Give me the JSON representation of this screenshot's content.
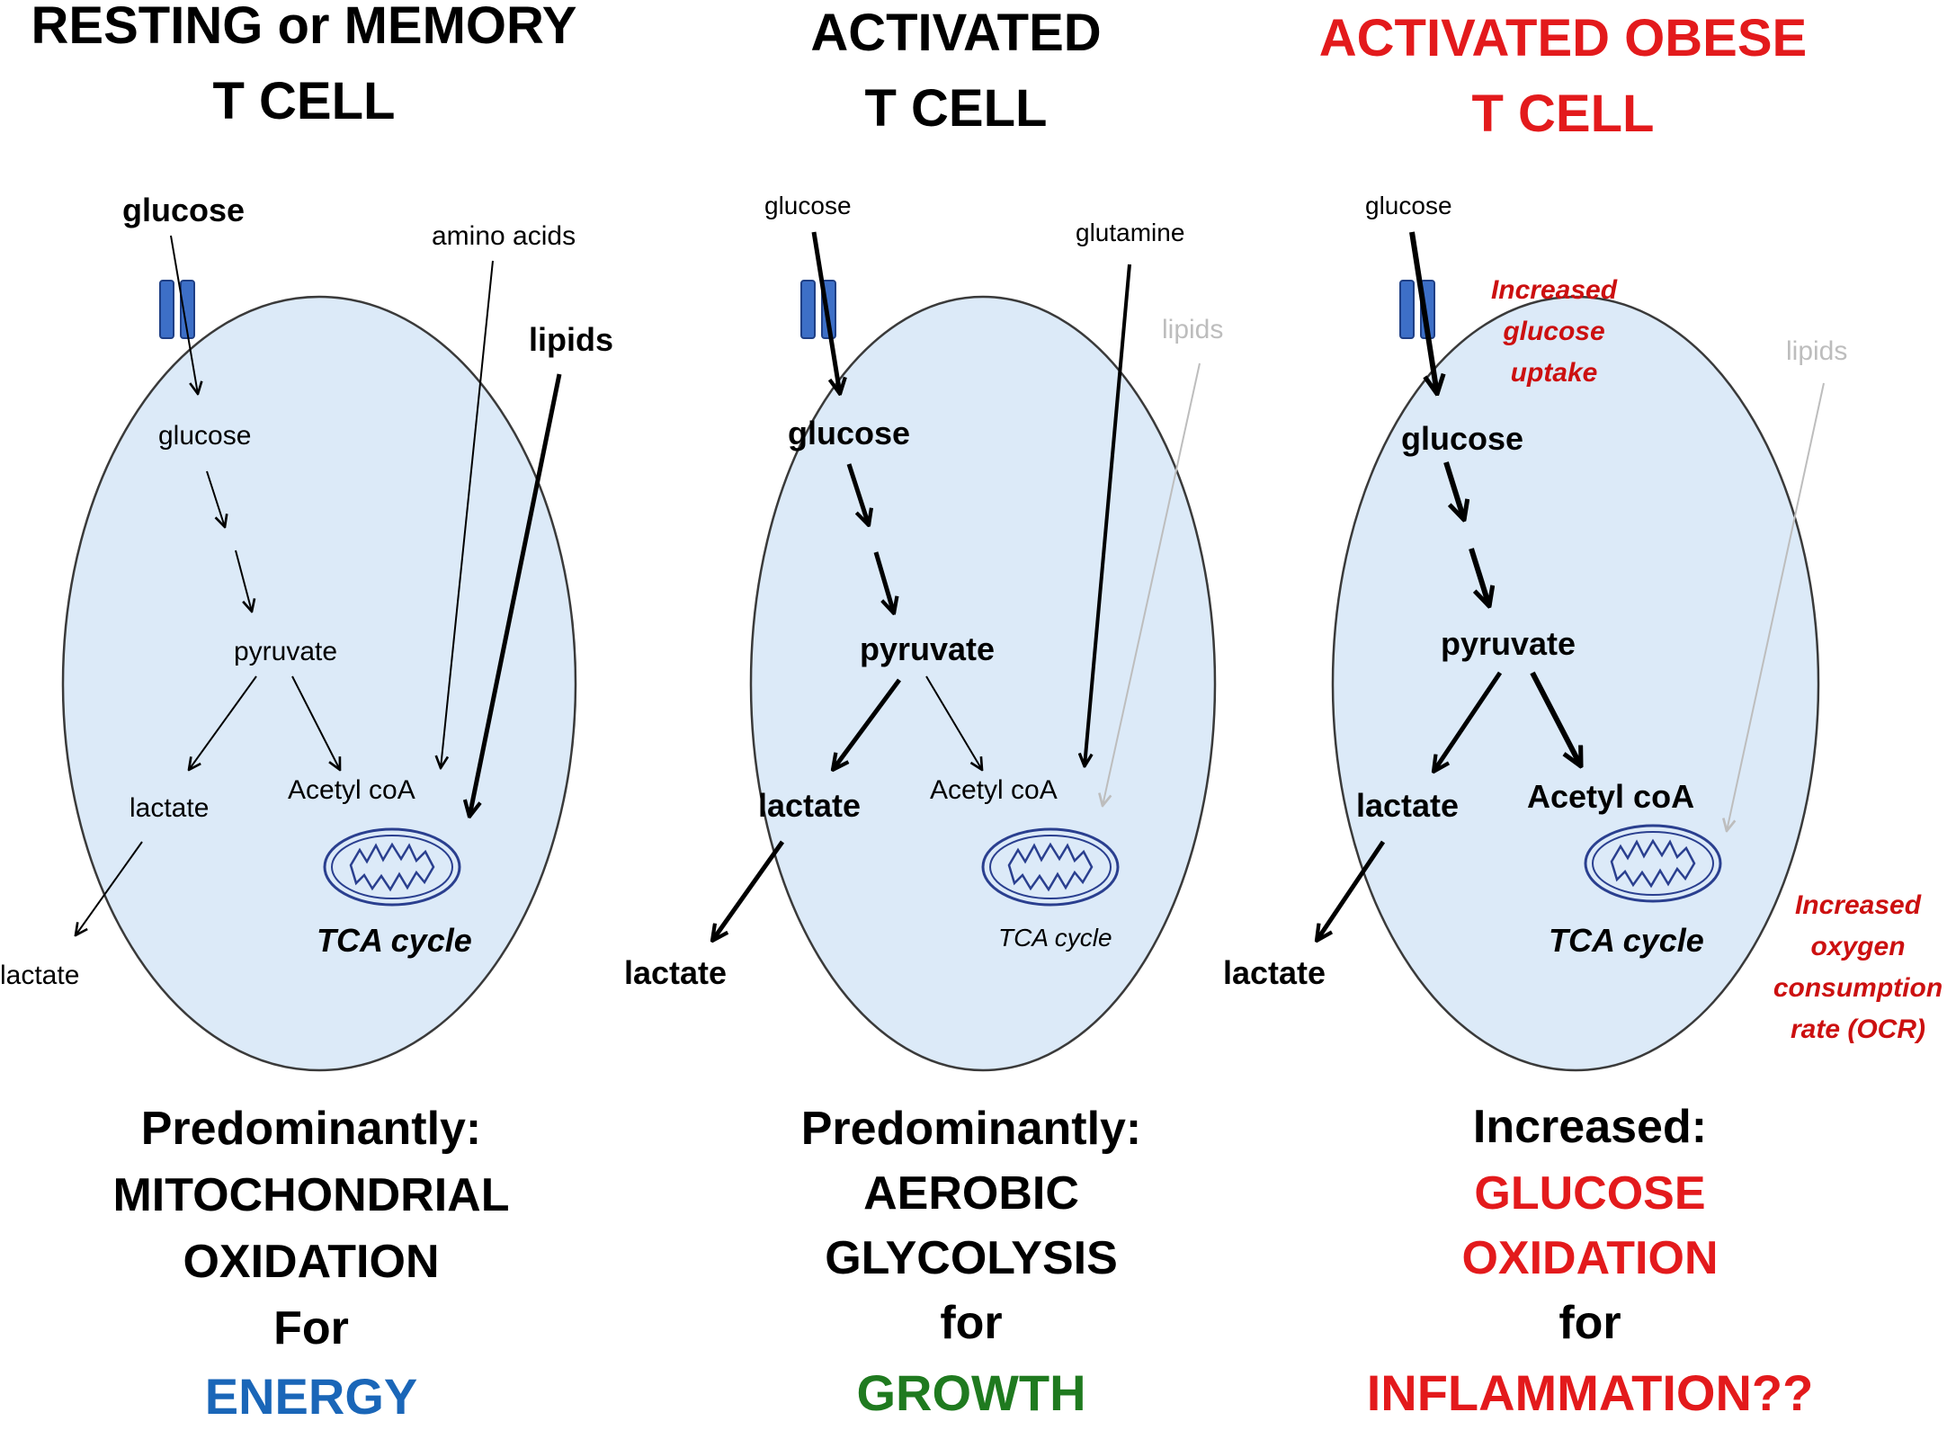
{
  "colors": {
    "cell_fill": "#dceaf8",
    "cell_stroke": "#3a3a3a",
    "transporter": "#3d6fc7",
    "transporter_stroke": "#1f3f85",
    "mito_stroke": "#2a3f8f",
    "red": "#e31a1c",
    "note_red": "#cc1010",
    "blue": "#1a66b8",
    "green": "#1f7a1f",
    "gray": "#bdbdbd",
    "black": "#000000"
  },
  "panels": [
    {
      "title_line1": "RESTING or MEMORY",
      "title_line2": "T CELL",
      "glucose_outside": "glucose",
      "extra_input": "amino acids",
      "lipids": "lipids",
      "glucose_inside": "glucose",
      "pyruvate": "pyruvate",
      "lactate_inside": "lactate",
      "acetyl_coa": "Acetyl coA",
      "tca": "TCA cycle",
      "lactate_outside": "lactate",
      "footer": [
        "Predominantly:",
        "MITOCHONDRIAL",
        "OXIDATION",
        "For",
        "ENERGY"
      ]
    },
    {
      "title_line1": "ACTIVATED",
      "title_line2": "T CELL",
      "glucose_outside": "glucose",
      "extra_input": "glutamine",
      "lipids": "lipids",
      "glucose_inside": "glucose",
      "pyruvate": "pyruvate",
      "lactate_inside": "lactate",
      "acetyl_coa": "Acetyl coA",
      "tca": "TCA cycle",
      "lactate_outside": "lactate",
      "footer": [
        "Predominantly:",
        "AEROBIC",
        "GLYCOLYSIS",
        "for",
        "GROWTH"
      ]
    },
    {
      "title_line1": "ACTIVATED OBESE",
      "title_line2": "T CELL",
      "glucose_outside": "glucose",
      "lipids": "lipids",
      "uptake_note": [
        "Increased",
        "glucose",
        "uptake"
      ],
      "glucose_inside": "glucose",
      "pyruvate": "pyruvate",
      "lactate_inside": "lactate",
      "acetyl_coa": "Acetyl coA",
      "tca": "TCA cycle",
      "lactate_outside": "lactate",
      "ocr_note": [
        "Increased",
        "oxygen",
        "consumption",
        "rate (OCR)"
      ],
      "footer": [
        "Increased:",
        "GLUCOSE",
        "OXIDATION",
        "for",
        "INFLAMMATION??"
      ]
    }
  ]
}
